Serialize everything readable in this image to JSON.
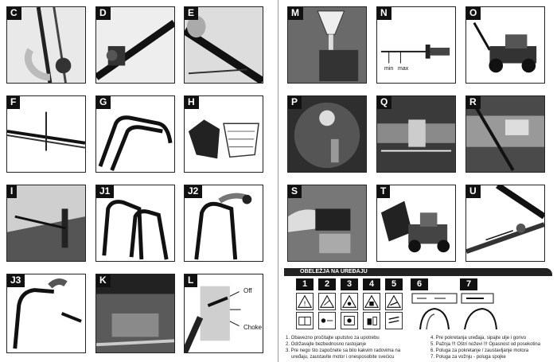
{
  "panels": [
    {
      "id": "c",
      "label": "C"
    },
    {
      "id": "d",
      "label": "D"
    },
    {
      "id": "e",
      "label": "E"
    },
    {
      "id": "f",
      "label": "F"
    },
    {
      "id": "g",
      "label": "G"
    },
    {
      "id": "h",
      "label": "H"
    },
    {
      "id": "i",
      "label": "I"
    },
    {
      "id": "j1",
      "label": "J1"
    },
    {
      "id": "j2",
      "label": "J2"
    },
    {
      "id": "j3",
      "label": "J3"
    },
    {
      "id": "k",
      "label": "K"
    },
    {
      "id": "l",
      "label": "L"
    },
    {
      "id": "m",
      "label": "M"
    },
    {
      "id": "n",
      "label": "N"
    },
    {
      "id": "o",
      "label": "O"
    },
    {
      "id": "p",
      "label": "P"
    },
    {
      "id": "q",
      "label": "Q"
    },
    {
      "id": "r",
      "label": "R"
    },
    {
      "id": "s",
      "label": "S"
    },
    {
      "id": "t",
      "label": "T"
    },
    {
      "id": "u",
      "label": "U"
    }
  ],
  "panel_l_labels": {
    "off": "Off",
    "choke": "Choke"
  },
  "panel_n_labels": {
    "min": "min",
    "max": "max"
  },
  "section_title": "OBELEŽJA NA UREĐAJU",
  "symbol_numbers": [
    "1",
    "2",
    "3",
    "4",
    "5",
    "6",
    "7"
  ],
  "legend_left": [
    "1. Obavezno pročitajte uputstvo za upotrebu",
    "2. Održavajte bezbednosno rastojanje",
    "3. Pre nego što započnete sa bilo kakvim radovima na",
    "uređaju, zaustavite motor i onesposobite svećicu"
  ],
  "legend_right": [
    "4. Pre pokretanja uređaja, sipajte ulje i gorivo",
    "5. Pažnja !!! Oštri noževi !!! Opasnost od posekotina",
    "6. Poluga za pokretanje / zaustavljanje motora",
    "7. Poluga za vožnju - poluga spojke"
  ],
  "colors": {
    "accent": "#111111",
    "frame": "#222222",
    "photo_dark": "#3a3a3a",
    "photo_mid": "#8a8a8a",
    "photo_light": "#cfcfcf"
  }
}
